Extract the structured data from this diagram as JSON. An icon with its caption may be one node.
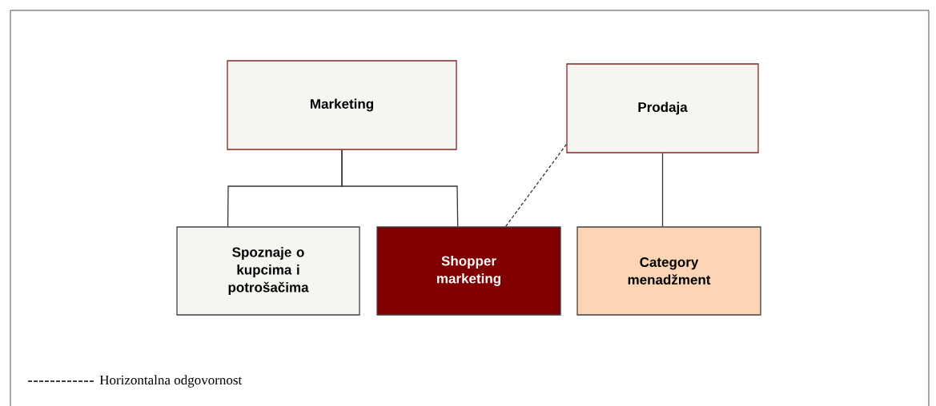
{
  "diagram": {
    "nodes": [
      {
        "text": [
          "Marketing"
        ]
      },
      {
        "text": [
          "Prodaja"
        ]
      },
      {
        "text": [
          "Spoznaje o kupcima i potrošačima"
        ]
      },
      {
        "text": [
          "Shopper marketing"
        ]
      },
      {
        "text": [
          "Category menadžment"
        ]
      }
    ],
    "edges": [
      {
        "from": 0,
        "to": 2,
        "arrow": "none"
      },
      {
        "from": 0,
        "to": 3,
        "arrow": "none"
      },
      {
        "from": 1,
        "to": 3,
        "arrow": "none",
        "style": "dashed"
      },
      {
        "from": 1,
        "to": 4,
        "arrow": "none"
      }
    ],
    "legend": [
      {
        "text": "Horizontalna odgovornost"
      }
    ]
  }
}
